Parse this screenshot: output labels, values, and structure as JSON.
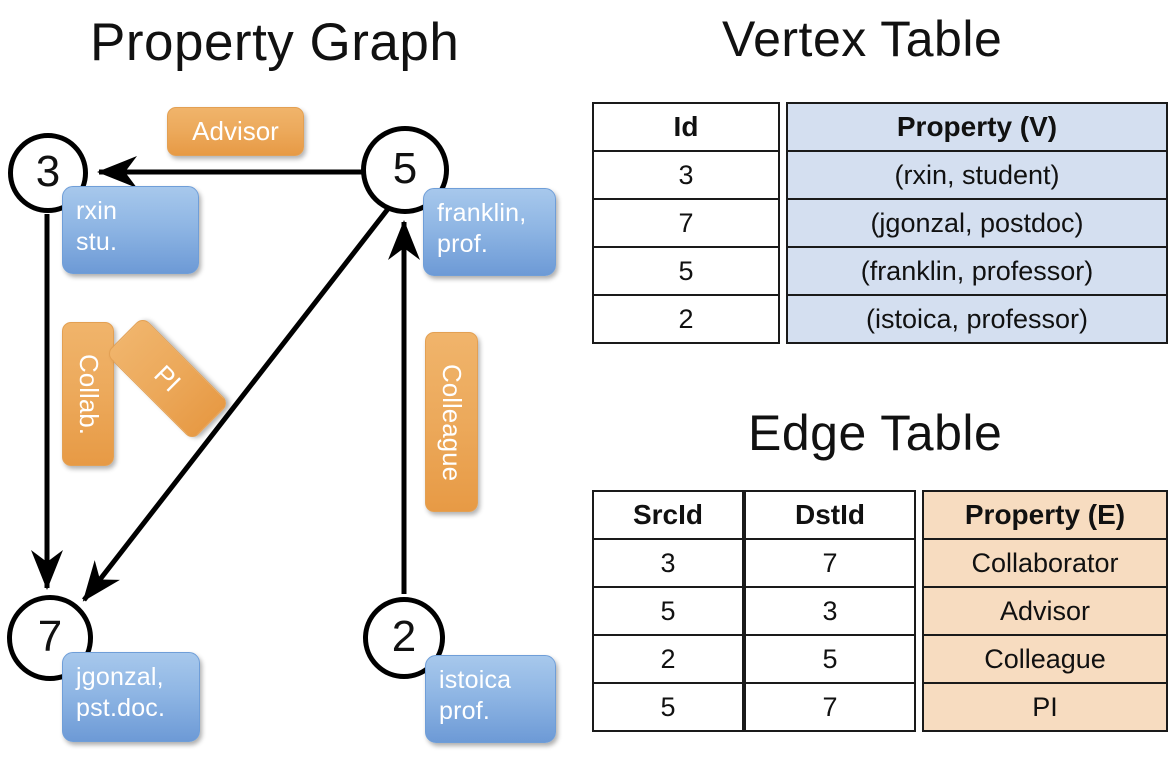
{
  "titles": {
    "property_graph": "Property Graph",
    "vertex_table": "Vertex Table",
    "edge_table": "Edge Table"
  },
  "colors": {
    "vertex_property_fill": "#d4dff0",
    "edge_property_fill": "#f7dcc0",
    "node_box_blue": "#8fb6e4",
    "edge_label_orange": "#eca95b",
    "stroke": "#000000",
    "background": "#ffffff"
  },
  "graph": {
    "nodes": [
      {
        "id": "3",
        "label": "3",
        "property_line1": "rxin",
        "property_line2": "stu."
      },
      {
        "id": "5",
        "label": "5",
        "property_line1": "franklin,",
        "property_line2": "prof."
      },
      {
        "id": "7",
        "label": "7",
        "property_line1": "jgonzal,",
        "property_line2": "pst.doc."
      },
      {
        "id": "2",
        "label": "2",
        "property_line1": "istoica",
        "property_line2": "prof."
      }
    ],
    "edge_labels": [
      {
        "name": "advisor",
        "text": "Advisor",
        "orientation": "horizontal"
      },
      {
        "name": "collab",
        "text": "Collab.",
        "orientation": "vertical"
      },
      {
        "name": "pi",
        "text": "PI",
        "orientation": "diagonal"
      },
      {
        "name": "colleague",
        "text": "Colleague",
        "orientation": "vertical"
      }
    ],
    "edges": [
      {
        "from": "5",
        "to": "3",
        "label": "Advisor"
      },
      {
        "from": "3",
        "to": "7",
        "label": "Collab."
      },
      {
        "from": "5",
        "to": "7",
        "label": "PI"
      },
      {
        "from": "2",
        "to": "5",
        "label": "Colleague"
      }
    ]
  },
  "vertex_table": {
    "headers": [
      "Id",
      "Property (V)"
    ],
    "rows": [
      {
        "id": "3",
        "property": "(rxin, student)"
      },
      {
        "id": "7",
        "property": "(jgonzal, postdoc)"
      },
      {
        "id": "5",
        "property": "(franklin, professor)"
      },
      {
        "id": "2",
        "property": "(istoica, professor)"
      }
    ]
  },
  "edge_table": {
    "headers": [
      "SrcId",
      "DstId",
      "Property (E)"
    ],
    "rows": [
      {
        "src": "3",
        "dst": "7",
        "property": "Collaborator"
      },
      {
        "src": "5",
        "dst": "3",
        "property": "Advisor"
      },
      {
        "src": "2",
        "dst": "5",
        "property": "Colleague"
      },
      {
        "src": "5",
        "dst": "7",
        "property": "PI"
      }
    ]
  }
}
